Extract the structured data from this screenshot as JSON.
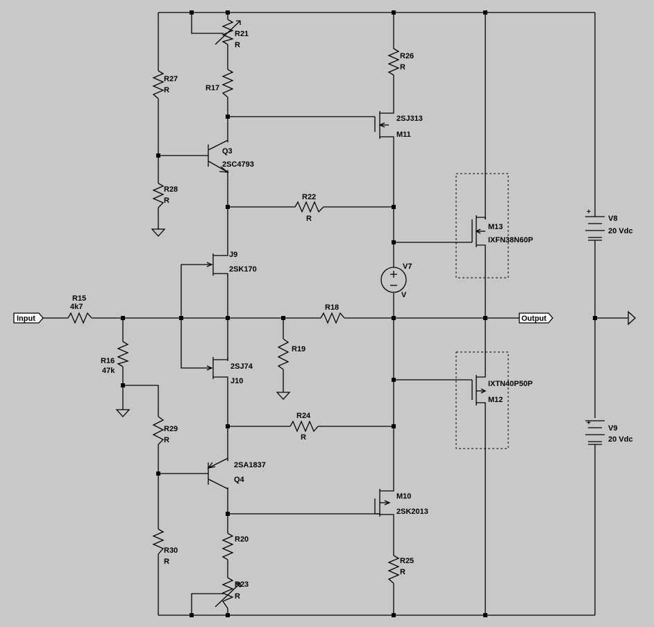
{
  "schematic": {
    "components": [
      {
        "ref": "R21",
        "value": "R"
      },
      {
        "ref": "R17",
        "value": ""
      },
      {
        "ref": "R26",
        "value": "R"
      },
      {
        "ref": "R27",
        "value": "R"
      },
      {
        "ref": "M11",
        "value": "2SJ313"
      },
      {
        "ref": "Q3",
        "value": "2SC4793"
      },
      {
        "ref": "R28",
        "value": "R"
      },
      {
        "ref": "R22",
        "value": "R"
      },
      {
        "ref": "M13",
        "value": "IXFN38N60P"
      },
      {
        "ref": "V7",
        "value": "V"
      },
      {
        "ref": "J9",
        "value": "2SK170"
      },
      {
        "ref": "R15",
        "value": "4k7"
      },
      {
        "ref": "R18",
        "value": ""
      },
      {
        "ref": "R19",
        "value": ""
      },
      {
        "ref": "R16",
        "value": "47k"
      },
      {
        "ref": "J10",
        "value": "2SJ74"
      },
      {
        "ref": "M12",
        "value": "IXTN40P50P"
      },
      {
        "ref": "R24",
        "value": "R"
      },
      {
        "ref": "R29",
        "value": "R"
      },
      {
        "ref": "Q4",
        "value": "2SA1837"
      },
      {
        "ref": "M10",
        "value": "2SK2013"
      },
      {
        "ref": "R20",
        "value": ""
      },
      {
        "ref": "R30",
        "value": "R"
      },
      {
        "ref": "R25",
        "value": "R"
      },
      {
        "ref": "R23",
        "value": "R"
      },
      {
        "ref": "V8",
        "value": "20 Vdc"
      },
      {
        "ref": "V9",
        "value": "20 Vdc"
      }
    ],
    "ports": {
      "input": "Input",
      "output": "Output"
    }
  }
}
